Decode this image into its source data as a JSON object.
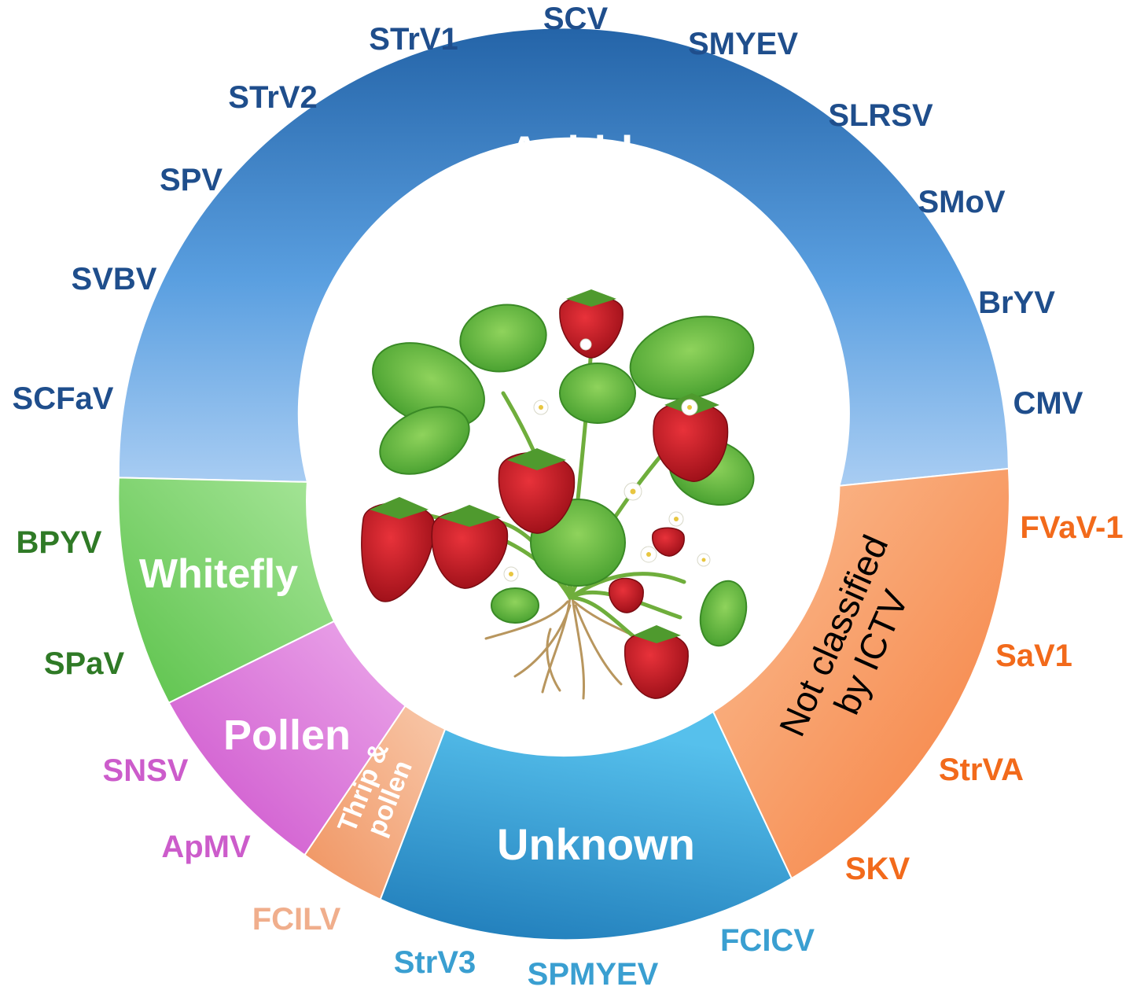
{
  "segments": [
    {
      "id": "aphid",
      "label": "Aphid",
      "gradient": [
        "#2464a8",
        "#5a9fe0",
        "#a9cdf3"
      ]
    },
    {
      "id": "whitefly",
      "label": "Whitefly",
      "gradient": [
        "#5bc24a",
        "#a8e69a"
      ]
    },
    {
      "id": "pollen",
      "label": "Pollen",
      "gradient": [
        "#cc4fcb",
        "#ecaaeb"
      ]
    },
    {
      "id": "thrip",
      "label_lines": [
        "Thrip &",
        "pollen"
      ],
      "gradient": [
        "#f0935f",
        "#f8c8aa"
      ]
    },
    {
      "id": "unknown",
      "label": "Unknown",
      "gradient": [
        "#1e7ab8",
        "#56c0ec"
      ]
    },
    {
      "id": "ictv",
      "label_lines": [
        "Not classified",
        "by ICTV"
      ],
      "gradient": [
        "#f57d3c",
        "#fbbf95"
      ]
    }
  ],
  "viruses": {
    "aphid": {
      "color": "#1f4e8c",
      "names": [
        "SCFaV",
        "SVBV",
        "SPV",
        "STrV2",
        "STrV1",
        "SCV",
        "SMYEV",
        "SLRSV",
        "SMoV",
        "BrYV",
        "CMV"
      ]
    },
    "whitefly": {
      "color": "#2f7a26",
      "names": [
        "BPYV",
        "SPaV"
      ]
    },
    "pollen": {
      "color": "#cc5ccb",
      "names": [
        "SNSV",
        "ApMV"
      ]
    },
    "thrip": {
      "color": "#f0ae8c",
      "names": [
        "FCILV"
      ]
    },
    "unknown": {
      "color": "#3a9fd1",
      "names": [
        "StrV3",
        "SPMYEV",
        "FCICV"
      ]
    },
    "ictv": {
      "color": "#f26a1b",
      "names": [
        "FVaV-1",
        "SaV1",
        "StrVA",
        "SKV"
      ]
    }
  },
  "center_image": {
    "icon": "strawberry-plant-icon"
  }
}
